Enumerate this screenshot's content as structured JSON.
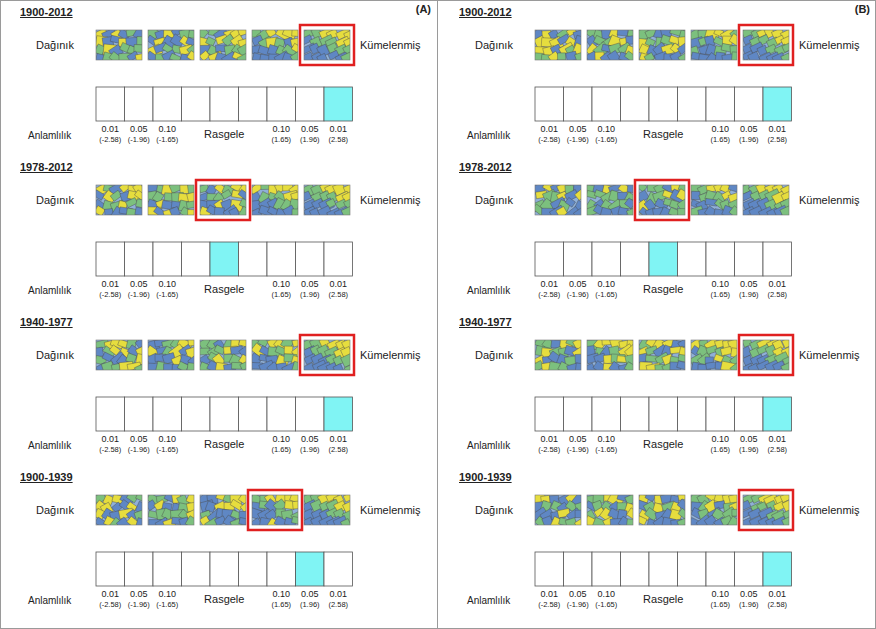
{
  "diagram": {
    "labels": [
      "(A)",
      "1900-2012",
      "Dağınık",
      "Kümelenmiş",
      "Anlamlılık",
      "0.01",
      "(-2.58)",
      "0.05",
      "(-1.96)",
      "0.10",
      "(-1.65)",
      "Rasgele",
      "0.10",
      "(1.65)",
      "0.05",
      "(1.96)",
      "0.01",
      "(2.58)",
      "1978-2012",
      "Dağınık",
      "Kümelenmiş",
      "Anlamlılık",
      "0.01",
      "(-2.58)",
      "0.05",
      "(-1.96)",
      "0.10",
      "(-1.65)",
      "Rasgele",
      "0.10",
      "(1.65)",
      "0.05",
      "(1.96)",
      "0.01",
      "(2.58)",
      "1940-1977",
      "Dağınık",
      "Kümelenmiş",
      "Anlamlılık",
      "0.01",
      "(-2.58)",
      "0.05",
      "(-1.96)",
      "0.10",
      "(-1.65)",
      "Rasgele",
      "0.10",
      "(1.65)",
      "0.05",
      "(1.96)",
      "0.01",
      "(2.58)",
      "1900-1939",
      "Dağınık",
      "Kümelenmiş",
      "Anlamlılık",
      "0.01",
      "(-2.58)",
      "0.05",
      "(-1.96)",
      "0.10",
      "(-1.65)",
      "Rasgele",
      "0.10",
      "(1.65)",
      "0.05",
      "(1.96)",
      "0.01",
      "(2.58)",
      "(B)",
      "1900-2012",
      "Dağınık",
      "Kümelenmiş",
      "Anlamlılık",
      "0.01",
      "(-2.58)",
      "0.05",
      "(-1.96)",
      "0.10",
      "(-1.65)",
      "Rasgele",
      "0.10",
      "(1.65)",
      "0.05",
      "(1.96)",
      "0.01",
      "(2.58)",
      "1978-2012",
      "Dağınık",
      "Kümelenmiş",
      "Anlamlılık",
      "0.01",
      "(-2.58)",
      "0.05",
      "(-1.96)",
      "0.10",
      "(-1.65)",
      "Rasgele",
      "0.10",
      "(1.65)",
      "0.05",
      "(1.96)",
      "0.01",
      "(2.58)",
      "1940-1977",
      "Dağınık",
      "Kümelenmiş",
      "Anlamlılık",
      "0.01",
      "(-2.58)",
      "0.05",
      "(-1.96)",
      "0.10",
      "(-1.65)",
      "Rasgele",
      "0.10",
      "(1.65)",
      "0.05",
      "(1.96)",
      "0.01",
      "(2.58)",
      "1900-1939",
      "Dağınık",
      "Kümelenmiş",
      "Anlamlılık",
      "0.01",
      "(-2.58)",
      "0.05",
      "(-1.96)",
      "0.10",
      "(-1.65)",
      "Rasgele",
      "0.10",
      "(1.65)",
      "0.05",
      "(1.96)",
      "0.01",
      "(2.58)"
    ]
  }
}
